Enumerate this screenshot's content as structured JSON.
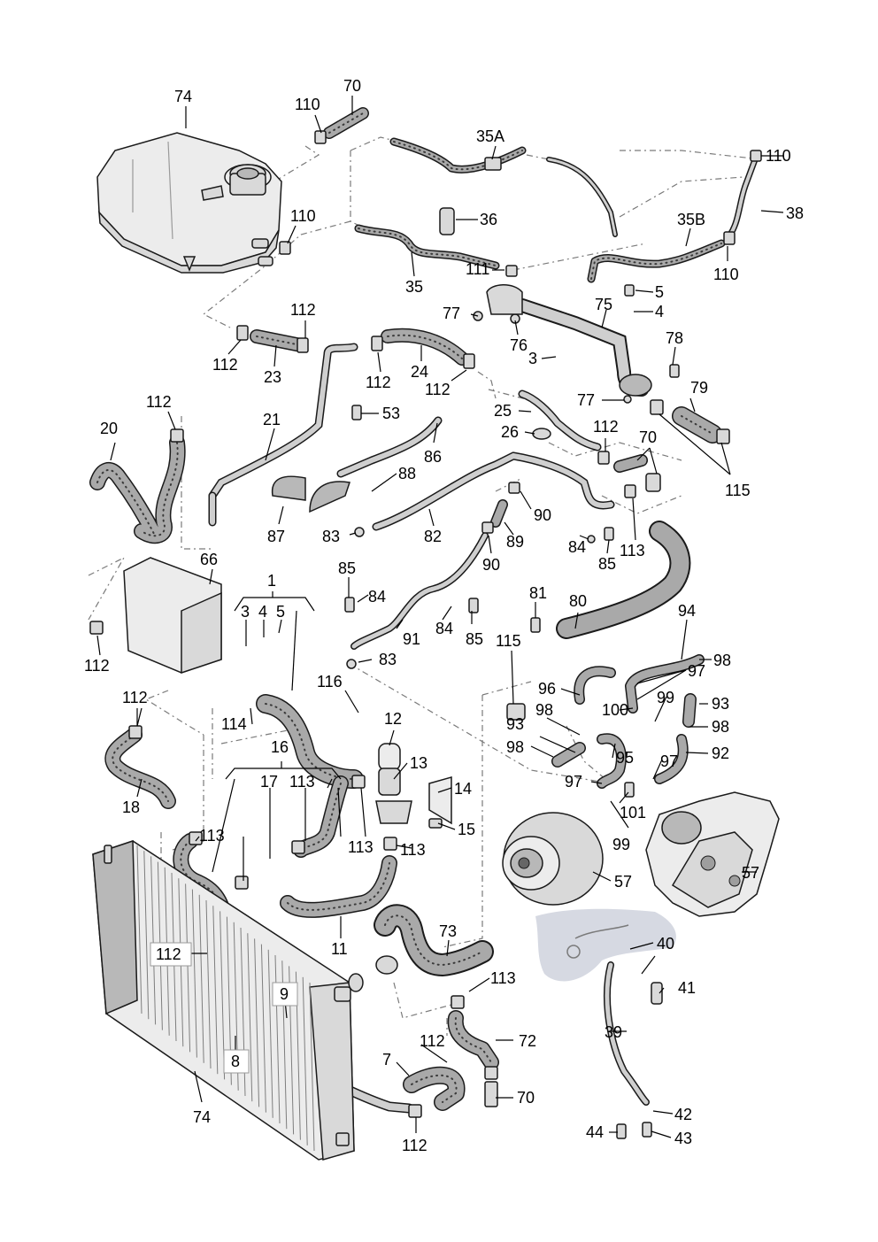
{
  "labels": {
    "l74a": "74",
    "l110a": "110",
    "l70a": "70",
    "l35A": "35A",
    "l110b": "110",
    "l36": "36",
    "l35": "35",
    "l110c": "110",
    "l35B": "35B",
    "l38": "38",
    "l110d": "110",
    "l111": "111",
    "l5a": "5",
    "l4a": "4",
    "l77a": "77",
    "l76": "76",
    "l75": "75",
    "l78": "78",
    "l3a": "3",
    "l112a": "112",
    "l112b": "112",
    "l23": "23",
    "l24": "24",
    "l112c": "112",
    "l112d": "112",
    "l79": "79",
    "l77b": "77",
    "l25": "25",
    "l112e": "112",
    "l26": "26",
    "l70b": "70",
    "l115a": "115",
    "l53": "53",
    "l21": "21",
    "l86": "86",
    "l112f": "112",
    "l20": "20",
    "l88": "88",
    "l87": "87",
    "l83a": "83",
    "l82": "82",
    "l90a": "90",
    "l89": "89",
    "l90b": "90",
    "l84a": "84",
    "l85a": "85",
    "l113a": "113",
    "l66": "66",
    "l1": "1",
    "l85b": "85",
    "l84b": "84",
    "l3b": "3",
    "l4b": "4",
    "l5b": "5",
    "l91": "91",
    "l84c": "84",
    "l85c": "85",
    "l83b": "83",
    "l81": "81",
    "l80": "80",
    "l94": "94",
    "l112g": "112",
    "l115b": "115",
    "l97a": "97",
    "l98a": "98",
    "l96": "96",
    "l99a": "99",
    "l100": "100",
    "l93a": "93",
    "l116": "116",
    "l112h": "112",
    "l114": "114",
    "l12": "12",
    "l98b": "98",
    "l93b": "93",
    "l98c": "98",
    "l95": "95",
    "l98d": "98",
    "l92": "92",
    "l16": "16",
    "l13": "13",
    "l18": "18",
    "l17": "17",
    "l113b": "113",
    "l14": "14",
    "l97b": "97",
    "l97c": "97",
    "l101": "101",
    "l15": "15",
    "l113c": "113",
    "l113d": "113",
    "l113e": "113",
    "l99b": "99",
    "l57a": "57",
    "l57b": "57",
    "l11": "11",
    "l73": "73",
    "l40": "40",
    "l112i": "112",
    "l9": "9",
    "l113f": "113",
    "l41": "41",
    "l72": "72",
    "l39": "39",
    "l8": "8",
    "l112j": "112",
    "l7": "7",
    "l70c": "70",
    "l74b": "74",
    "l112k": "112",
    "l42": "42",
    "l44": "44",
    "l43": "43"
  },
  "colors": {
    "line": "#1a1a1a",
    "hose": "#a9a9a9",
    "part": "#d9d9d9",
    "dash": "#7a7a7a",
    "shadow": "#c8ccd8"
  }
}
